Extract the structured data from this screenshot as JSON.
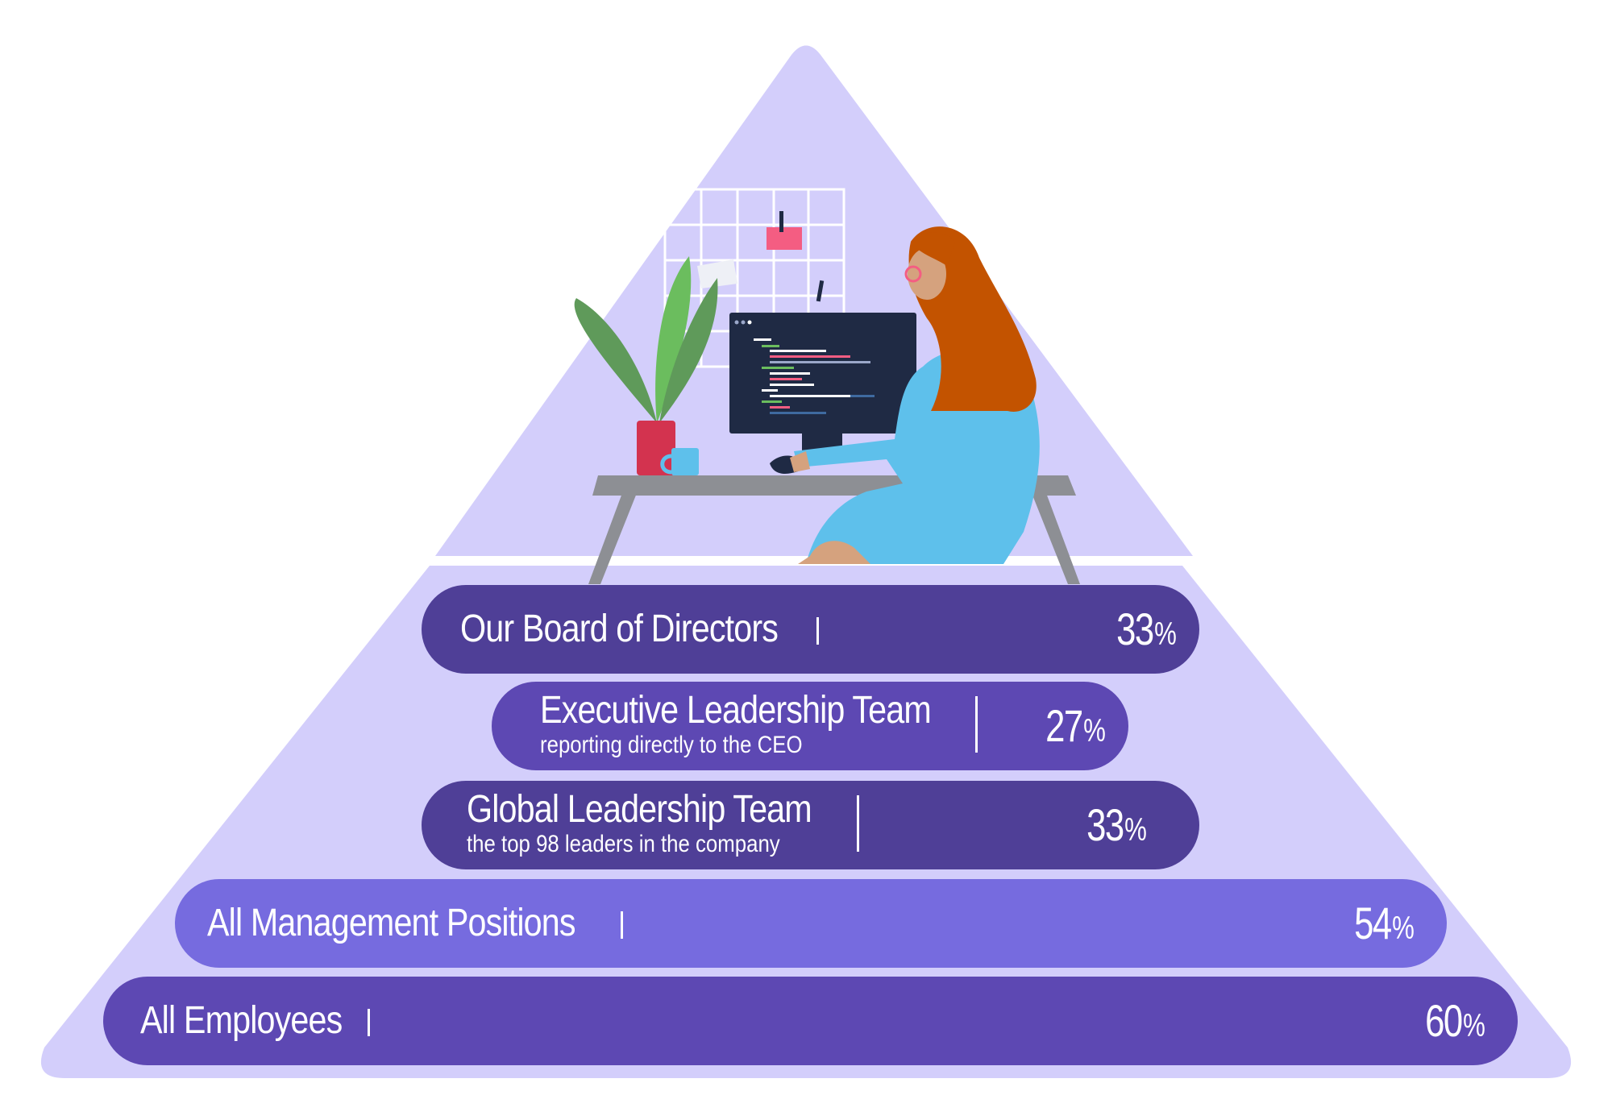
{
  "colors": {
    "pyramid": "#d3cefb",
    "bar_dark": "#4f3f97",
    "bar_mid": "#5d48b3",
    "bar_light": "#766bdf",
    "text": "#ffffff"
  },
  "illustration": {
    "subject": "woman-coding-at-desk-icon",
    "elements": [
      "wall-grid-icon",
      "sticky-note-icon",
      "plant-icon",
      "mug-icon",
      "monitor-icon",
      "desk-icon",
      "mouse-icon"
    ]
  },
  "tiers": [
    {
      "title": "Our Board of Directors",
      "subtitle": "",
      "separator": "|",
      "value": "33",
      "unit": "%"
    },
    {
      "title": "Executive Leadership Team",
      "subtitle": "reporting directly to the CEO",
      "separator": "|",
      "value": "27",
      "unit": "%"
    },
    {
      "title": "Global Leadership Team",
      "subtitle": "the top 98 leaders in the company",
      "separator": "|",
      "value": "33",
      "unit": "%"
    },
    {
      "title": "All Management Positions",
      "subtitle": "",
      "separator": "|",
      "value": "54",
      "unit": "%"
    },
    {
      "title": "All Employees",
      "subtitle": "",
      "separator": "|",
      "value": "60",
      "unit": "%"
    }
  ]
}
